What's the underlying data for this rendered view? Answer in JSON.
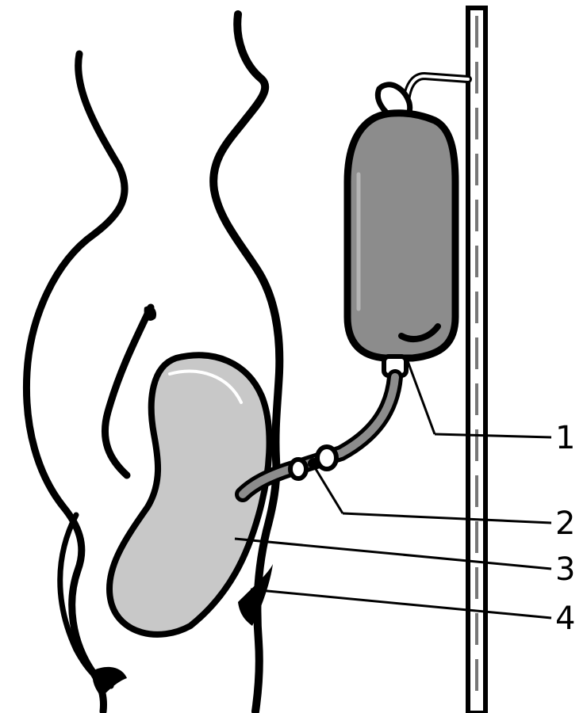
{
  "diagram": {
    "callouts": [
      {
        "id": "1",
        "label": "1"
      },
      {
        "id": "2",
        "label": "2"
      },
      {
        "id": "3",
        "label": "3"
      },
      {
        "id": "4",
        "label": "4"
      }
    ]
  },
  "colors": {
    "outline": "#000000",
    "bag_fill": "#8c8c8c",
    "belly_fill": "#c8c8c8",
    "background": "#ffffff"
  }
}
